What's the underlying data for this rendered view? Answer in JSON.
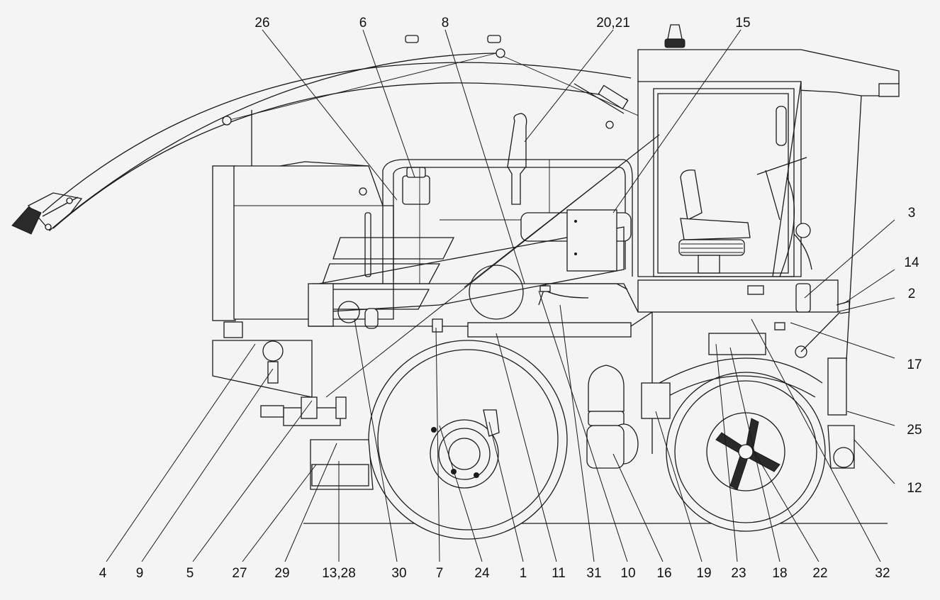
{
  "callouts_top": [
    "26",
    "6",
    "8",
    "20,21",
    "15"
  ],
  "callouts_right": [
    "3",
    "14",
    "2",
    "17",
    "25",
    "12"
  ],
  "callouts_bottom": [
    "4",
    "9",
    "5",
    "27",
    "29",
    "13,28",
    "30",
    "7",
    "24",
    "1",
    "11",
    "31",
    "10",
    "16",
    "19",
    "23",
    "18",
    "22",
    "32"
  ]
}
